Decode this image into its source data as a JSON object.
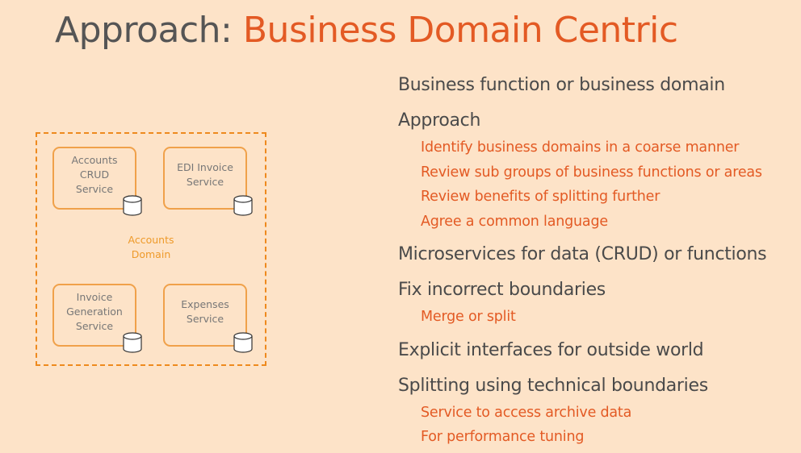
{
  "title": {
    "prefix": "Approach:",
    "highlight": "Business Domain Centric"
  },
  "diagram": {
    "domain_label": "Accounts\nDomain",
    "services": [
      {
        "label": "Accounts\nCRUD\nService"
      },
      {
        "label": "EDI Invoice\nService"
      },
      {
        "label": "Invoice\nGeneration\nService"
      },
      {
        "label": "Expenses\nService"
      }
    ],
    "icon": "database-icon",
    "colors": {
      "border": "#ee8a1e",
      "service_border": "#f0a14a",
      "label": "#ee9a2a"
    }
  },
  "bullets": [
    {
      "text": "Business function or business domain",
      "subs": []
    },
    {
      "text": "Approach",
      "subs": [
        "Identify business domains in a coarse manner",
        "Review sub groups of business functions or areas",
        "Review benefits of splitting further",
        "Agree a common language"
      ]
    },
    {
      "text": "Microservices for data (CRUD) or functions",
      "subs": []
    },
    {
      "text": "Fix incorrect boundaries",
      "subs": [
        "Merge or split"
      ]
    },
    {
      "text": "Explicit interfaces for outside world",
      "subs": []
    },
    {
      "text": "Splitting using technical boundaries",
      "subs": [
        "Service to access archive data",
        "For performance tuning"
      ]
    }
  ],
  "colors": {
    "background": "#fde3c8",
    "title_gray": "#555555",
    "accent": "#e35a24"
  }
}
